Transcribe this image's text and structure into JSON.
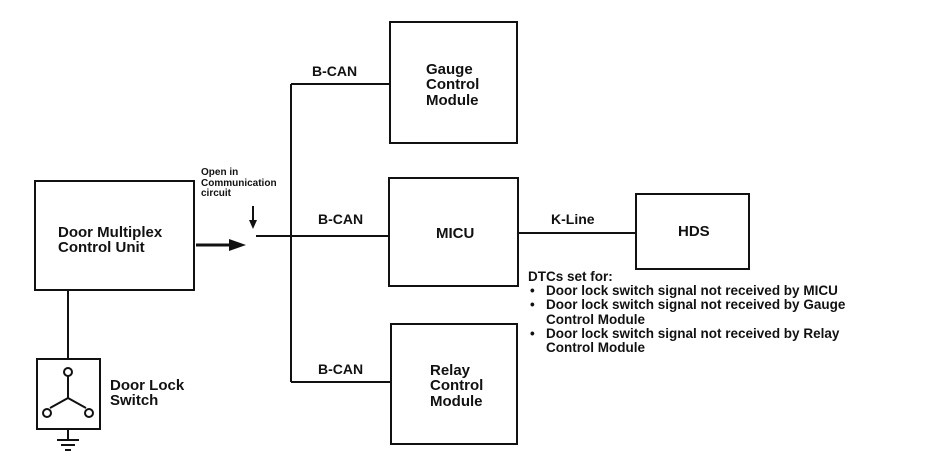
{
  "modules": {
    "gauge": "Gauge\nControl\nModule",
    "door_unit": "Door Multiplex\nControl Unit",
    "micu": "MICU",
    "hds": "HDS",
    "relay": "Relay\nControl\nModule",
    "door_lock_switch": "Door Lock\nSwitch"
  },
  "buses": {
    "b_can_top": "B-CAN",
    "b_can_middle": "B-CAN",
    "b_can_bottom": "B-CAN",
    "k_line": "K-Line"
  },
  "annotation": {
    "open_circuit": "Open in\nCommunication\ncircuit"
  },
  "dtcs": {
    "title": "DTCs set for:",
    "items": [
      "Door lock switch signal not received by MICU",
      "Door lock switch signal not received by Gauge\nControl Module",
      "Door lock switch signal not received by Relay\nControl Module"
    ]
  }
}
